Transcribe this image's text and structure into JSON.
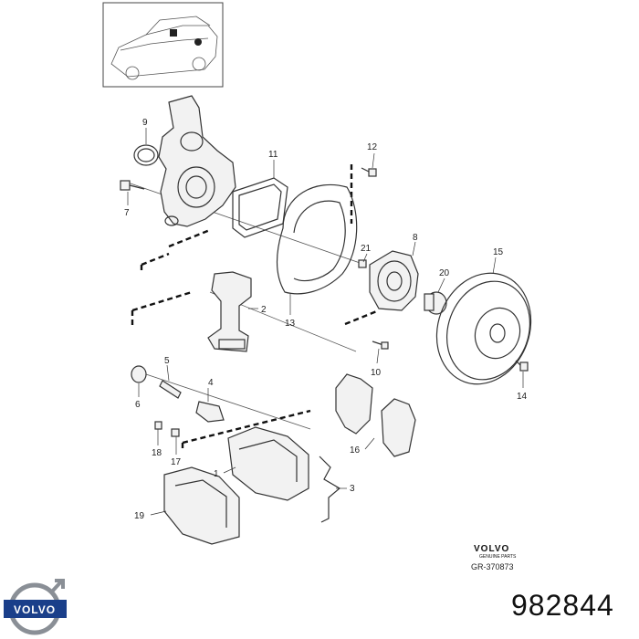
{
  "callouts": {
    "c1": "1",
    "c2": "2",
    "c3": "3",
    "c4": "4",
    "c5": "5",
    "c6": "6",
    "c7": "7",
    "c8": "8",
    "c9": "9",
    "c10": "10",
    "c11": "11",
    "c12": "12",
    "c13": "13",
    "c14": "14",
    "c15": "15",
    "c16": "16",
    "c17": "17",
    "c18": "18",
    "c19": "19",
    "c20": "20",
    "c21": "21"
  },
  "brand": {
    "name": "VOLVO",
    "subtitle": "GENUINE PARTS",
    "drawing_code": "GR-370873",
    "logo_text": "VOLVO",
    "logo_icon": "volvo-logo-icon"
  },
  "part_number": "982844",
  "colors": {
    "logo_blue": "#1a3f8a",
    "logo_ring": "#8a8f96"
  }
}
